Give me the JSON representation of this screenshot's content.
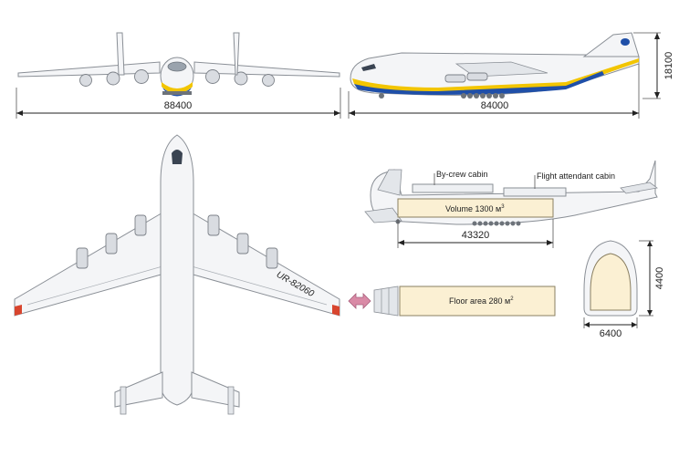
{
  "dimensions": {
    "wingspan": "88400",
    "length": "84000",
    "height": "18100",
    "cargo_hold_length": "43320",
    "cargo_width": "6400",
    "cargo_height": "4400"
  },
  "labels": {
    "crew_cabin": "By-crew cabin",
    "attendant_cabin": "Flight attendant cabin",
    "volume": "Volume  1300 м",
    "volume_sup": "3",
    "floor_area": "Floor area  280 м",
    "floor_area_sup": "2",
    "registration": "UR-82060"
  },
  "colors": {
    "livery_yellow": "#f2c500",
    "livery_blue": "#1f4fa8",
    "cargo_fill": "#fbf0d3",
    "arrow_pink": "#d98aa6",
    "wingtip_red": "#d8452e"
  }
}
